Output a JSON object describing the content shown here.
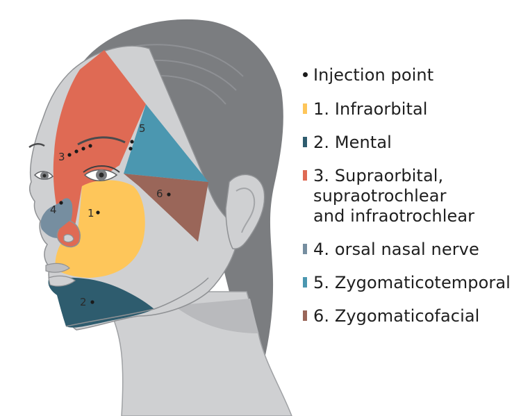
{
  "legend": {
    "injection_point": "Injection point",
    "items": [
      {
        "label": "1. Infraorbital",
        "color": "#fec65a"
      },
      {
        "label": "2. Mental",
        "color": "#2e5c6e"
      },
      {
        "label": "3. Supraorbital,\nsupraotrochlear\nand infraotrochlear",
        "color": "#df6a54"
      },
      {
        "label": "4. orsal nasal nerve",
        "color": "#768ea0"
      },
      {
        "label": "5. Zygomaticotemporal",
        "color": "#4b97b0"
      },
      {
        "label": "6. Zygomaticofacial",
        "color": "#9a6659"
      }
    ]
  },
  "diagram": {
    "numbers": [
      "1",
      "2",
      "3",
      "4",
      "5",
      "6"
    ]
  }
}
